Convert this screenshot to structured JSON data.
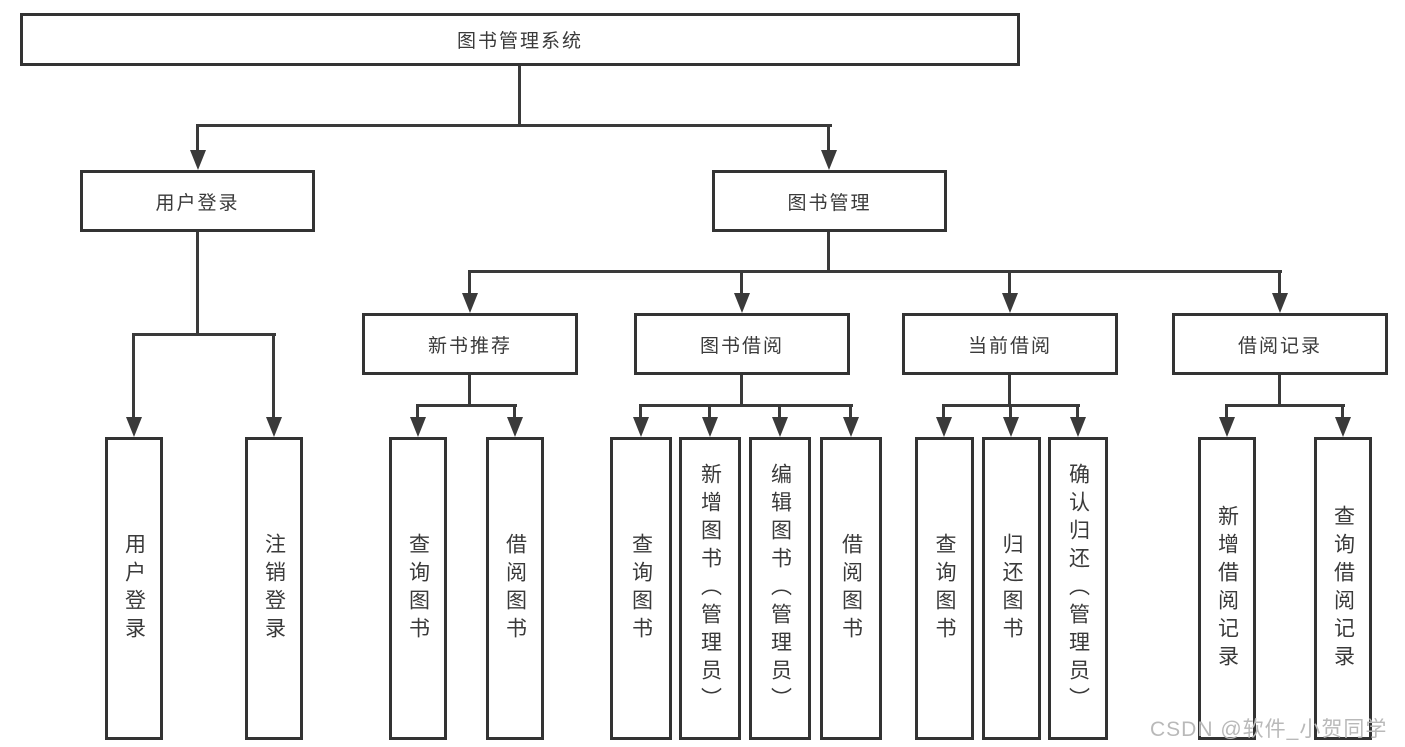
{
  "diagram": {
    "root": {
      "label": "图书管理系统"
    },
    "branches": [
      {
        "label": "用户登录",
        "children": [
          {
            "label": "用户登录"
          },
          {
            "label": "注销登录"
          }
        ]
      },
      {
        "label": "图书管理",
        "children": [
          {
            "label": "新书推荐",
            "children": [
              {
                "label": "查询图书"
              },
              {
                "label": "借阅图书"
              }
            ]
          },
          {
            "label": "图书借阅",
            "children": [
              {
                "label": "查询图书"
              },
              {
                "label": "新增图书（管理员）"
              },
              {
                "label": "编辑图书（管理员）"
              },
              {
                "label": "借阅图书"
              }
            ]
          },
          {
            "label": "当前借阅",
            "children": [
              {
                "label": "查询图书"
              },
              {
                "label": "归还图书"
              },
              {
                "label": "确认归还（管理员）"
              }
            ]
          },
          {
            "label": "借阅记录",
            "children": [
              {
                "label": "新增借阅记录"
              },
              {
                "label": "查询借阅记录"
              }
            ]
          }
        ]
      }
    ]
  },
  "watermark": {
    "text": "CSDN @软件_小贺同学"
  },
  "colors": {
    "line": "#3a3a3a",
    "box_border": "#333333",
    "text": "#3a3a3a",
    "background": "#ffffff",
    "watermark": "#b9b9b9"
  }
}
